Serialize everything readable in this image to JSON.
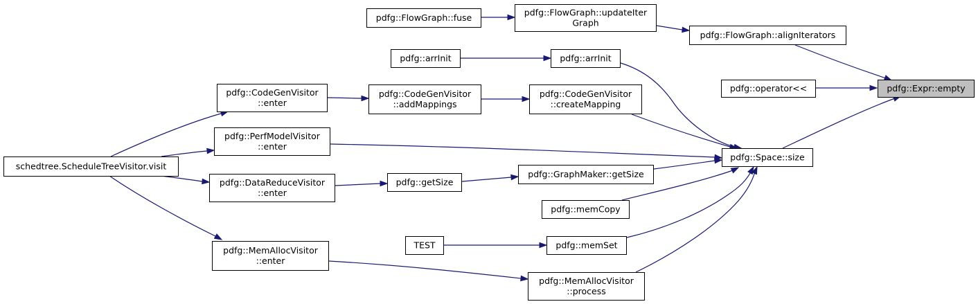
{
  "graph": {
    "colors": {
      "edge": "#191970",
      "focus_fill": "#bfbfbf",
      "node_fill": "#ffffff",
      "node_border": "#000000"
    },
    "nodes": {
      "expr_empty": {
        "lines": [
          "pdfg::Expr::empty"
        ],
        "focus": true
      },
      "align_iterators": {
        "lines": [
          "pdfg::FlowGraph::alignIterators"
        ]
      },
      "operator_lshift": {
        "lines": [
          "pdfg::operator<<"
        ]
      },
      "space_size": {
        "lines": [
          "pdfg::Space::size"
        ]
      },
      "update_iter_graph": {
        "lines": [
          "pdfg::FlowGraph::updateIter",
          "Graph"
        ]
      },
      "fuse": {
        "lines": [
          "pdfg::FlowGraph::fuse"
        ]
      },
      "arr_init": {
        "lines": [
          "pdfg::arrInit"
        ]
      },
      "arr_init_caller": {
        "lines": [
          "pdfg::arrInit"
        ]
      },
      "create_mapping": {
        "lines": [
          "pdfg::CodeGenVisitor",
          "::createMapping"
        ]
      },
      "add_mappings": {
        "lines": [
          "pdfg::CodeGenVisitor",
          "::addMappings"
        ]
      },
      "codegen_enter": {
        "lines": [
          "pdfg::CodeGenVisitor",
          "::enter"
        ]
      },
      "perfmodel_enter": {
        "lines": [
          "pdfg::PerfModelVisitor",
          "::enter"
        ]
      },
      "graphmaker_getsize": {
        "lines": [
          "pdfg::GraphMaker::getSize"
        ]
      },
      "getsize": {
        "lines": [
          "pdfg::getSize"
        ]
      },
      "datareduce_enter": {
        "lines": [
          "pdfg::DataReduceVisitor",
          "::enter"
        ]
      },
      "memcopy": {
        "lines": [
          "pdfg::memCopy"
        ]
      },
      "memset": {
        "lines": [
          "pdfg::memSet"
        ]
      },
      "test": {
        "lines": [
          "TEST"
        ]
      },
      "memalloc_process": {
        "lines": [
          "pdfg::MemAllocVisitor",
          "::process"
        ]
      },
      "memalloc_enter": {
        "lines": [
          "pdfg::MemAllocVisitor",
          "::enter"
        ]
      },
      "schedtree_visit": {
        "lines": [
          "schedtree.ScheduleTreeVisitor.visit"
        ]
      }
    },
    "edges": [
      {
        "from": "align_iterators",
        "to": "expr_empty"
      },
      {
        "from": "operator_lshift",
        "to": "expr_empty"
      },
      {
        "from": "space_size",
        "to": "expr_empty"
      },
      {
        "from": "update_iter_graph",
        "to": "align_iterators"
      },
      {
        "from": "fuse",
        "to": "update_iter_graph"
      },
      {
        "from": "arr_init",
        "to": "space_size"
      },
      {
        "from": "arr_init_caller",
        "to": "arr_init"
      },
      {
        "from": "create_mapping",
        "to": "space_size"
      },
      {
        "from": "add_mappings",
        "to": "create_mapping"
      },
      {
        "from": "codegen_enter",
        "to": "add_mappings"
      },
      {
        "from": "schedtree_visit",
        "to": "codegen_enter"
      },
      {
        "from": "perfmodel_enter",
        "to": "space_size"
      },
      {
        "from": "schedtree_visit",
        "to": "perfmodel_enter"
      },
      {
        "from": "graphmaker_getsize",
        "to": "space_size"
      },
      {
        "from": "getsize",
        "to": "graphmaker_getsize"
      },
      {
        "from": "datareduce_enter",
        "to": "getsize"
      },
      {
        "from": "schedtree_visit",
        "to": "datareduce_enter"
      },
      {
        "from": "memcopy",
        "to": "space_size"
      },
      {
        "from": "memset",
        "to": "space_size"
      },
      {
        "from": "test",
        "to": "memset"
      },
      {
        "from": "memalloc_process",
        "to": "space_size"
      },
      {
        "from": "memalloc_enter",
        "to": "memalloc_process"
      },
      {
        "from": "schedtree_visit",
        "to": "memalloc_enter"
      }
    ]
  }
}
